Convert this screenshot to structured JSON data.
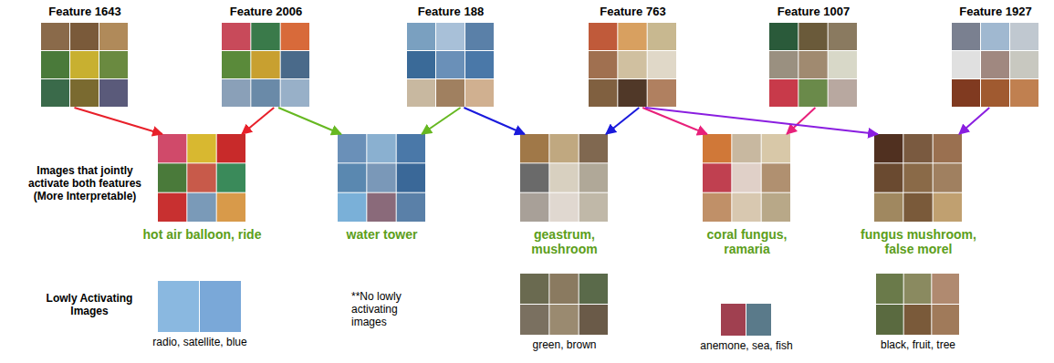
{
  "diagram": {
    "nodes": [
      {
        "text": [
          "Feature 1643"
        ]
      },
      {
        "text": [
          "Feature 2006"
        ]
      },
      {
        "text": [
          "Feature 188"
        ]
      },
      {
        "text": [
          "Feature 763"
        ]
      },
      {
        "text": [
          "Feature 1007"
        ]
      },
      {
        "text": [
          "Feature 1927"
        ]
      },
      {
        "text": [
          "hot air balloon, ride"
        ]
      },
      {
        "text": [
          "water tower"
        ]
      },
      {
        "text": [
          "geastrum, mushroom"
        ]
      },
      {
        "text": [
          "coral fungus, ramaria"
        ]
      },
      {
        "text": [
          "fungus mushroom, false morel"
        ]
      },
      {
        "text": [
          "radio, satellite, blue"
        ]
      },
      {
        "text": [
          "green, brown"
        ]
      },
      {
        "text": [
          "anemone, sea, fish"
        ]
      },
      {
        "text": [
          "black, fruit, tree"
        ]
      }
    ],
    "edges": [
      {
        "from": 0,
        "to": 6,
        "arrow": "to"
      },
      {
        "from": 1,
        "to": 6,
        "arrow": "to"
      },
      {
        "from": 1,
        "to": 7,
        "arrow": "to"
      },
      {
        "from": 2,
        "to": 7,
        "arrow": "to"
      },
      {
        "from": 2,
        "to": 8,
        "arrow": "to"
      },
      {
        "from": 3,
        "to": 8,
        "arrow": "to"
      },
      {
        "from": 3,
        "to": 9,
        "arrow": "to"
      },
      {
        "from": 4,
        "to": 9,
        "arrow": "to"
      },
      {
        "from": 3,
        "to": 10,
        "arrow": "to"
      },
      {
        "from": 5,
        "to": 10,
        "arrow": "to"
      }
    ],
    "labels": [
      "Images that jointly activate both features (More Interpretable)",
      "Lowly Activating Images",
      "**No lowly activating images"
    ]
  }
}
